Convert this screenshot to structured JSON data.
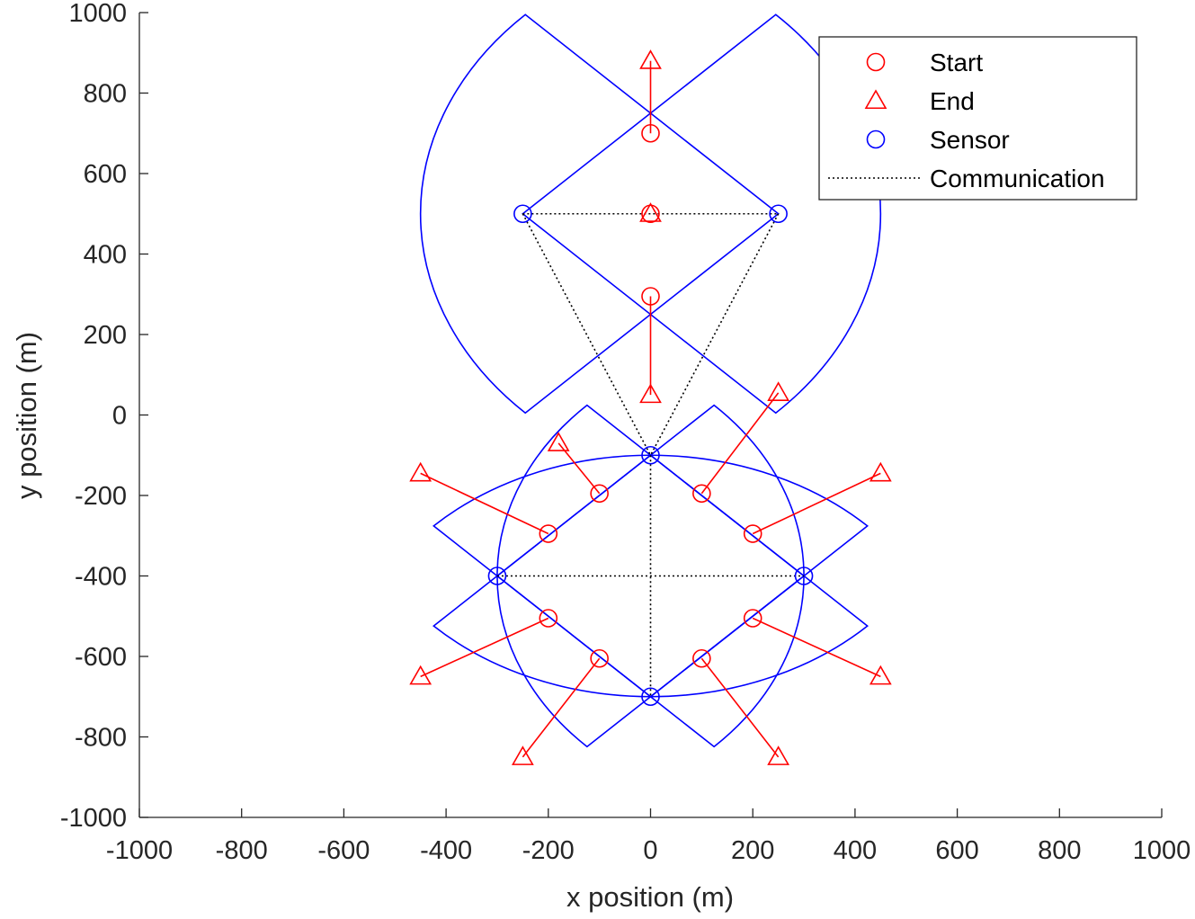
{
  "chart_data": {
    "type": "scatter",
    "xlabel": "x position (m)",
    "ylabel": "y position (m)",
    "xlim": [
      -1000,
      1000
    ],
    "ylim": [
      -1000,
      1000
    ],
    "xticks": [
      -1000,
      -800,
      -600,
      -400,
      -200,
      0,
      200,
      400,
      600,
      800,
      1000
    ],
    "yticks": [
      -1000,
      -800,
      -600,
      -400,
      -200,
      0,
      200,
      400,
      600,
      800,
      1000
    ],
    "grid": false,
    "legend_position": "top-right",
    "colors": {
      "target": "#ff0000",
      "sensor": "#0000ff",
      "communication": "#000000",
      "axis": "#262626"
    },
    "legend": [
      {
        "label": "Start",
        "marker": "circle",
        "color": "#ff0000",
        "line": "none"
      },
      {
        "label": "End",
        "marker": "triangle",
        "color": "#ff0000",
        "line": "none"
      },
      {
        "label": "Sensor",
        "marker": "circle",
        "color": "#0000ff",
        "line": "none"
      },
      {
        "label": "Communication",
        "marker": "none",
        "color": "#000000",
        "line": "dotted"
      }
    ],
    "trajectories": [
      {
        "start": [
          0,
          700
        ],
        "end": [
          0,
          880
        ]
      },
      {
        "start": [
          0,
          500
        ],
        "end": [
          0,
          500
        ]
      },
      {
        "start": [
          0,
          295
        ],
        "end": [
          0,
          50
        ]
      },
      {
        "start": [
          -100,
          -195
        ],
        "end": [
          -180,
          -70
        ]
      },
      {
        "start": [
          100,
          -195
        ],
        "end": [
          250,
          55
        ]
      },
      {
        "start": [
          -200,
          -295
        ],
        "end": [
          -450,
          -145
        ]
      },
      {
        "start": [
          200,
          -295
        ],
        "end": [
          450,
          -145
        ]
      },
      {
        "start": [
          -200,
          -505
        ],
        "end": [
          -450,
          -650
        ]
      },
      {
        "start": [
          200,
          -505
        ],
        "end": [
          450,
          -650
        ]
      },
      {
        "start": [
          -100,
          -605
        ],
        "end": [
          -250,
          -850
        ]
      },
      {
        "start": [
          100,
          -605
        ],
        "end": [
          250,
          -850
        ]
      }
    ],
    "sensors": [
      {
        "x": -250,
        "y": 500,
        "aim_deg": 0,
        "range": 700,
        "half_fov_deg": 45
      },
      {
        "x": 250,
        "y": 500,
        "aim_deg": 180,
        "range": 700,
        "half_fov_deg": 45
      },
      {
        "x": 0,
        "y": -100,
        "aim_deg": -90,
        "range": 600,
        "half_fov_deg": 45
      },
      {
        "x": 0,
        "y": -700,
        "aim_deg": 90,
        "range": 600,
        "half_fov_deg": 45
      },
      {
        "x": -300,
        "y": -400,
        "aim_deg": 0,
        "range": 600,
        "half_fov_deg": 45
      },
      {
        "x": 300,
        "y": -400,
        "aim_deg": 180,
        "range": 600,
        "half_fov_deg": 45
      }
    ],
    "communication_links": [
      [
        [
          -250,
          500
        ],
        [
          250,
          500
        ]
      ],
      [
        [
          -250,
          500
        ],
        [
          0,
          -100
        ]
      ],
      [
        [
          250,
          500
        ],
        [
          0,
          -100
        ]
      ],
      [
        [
          -300,
          -400
        ],
        [
          300,
          -400
        ]
      ],
      [
        [
          0,
          -100
        ],
        [
          0,
          -700
        ]
      ]
    ]
  }
}
